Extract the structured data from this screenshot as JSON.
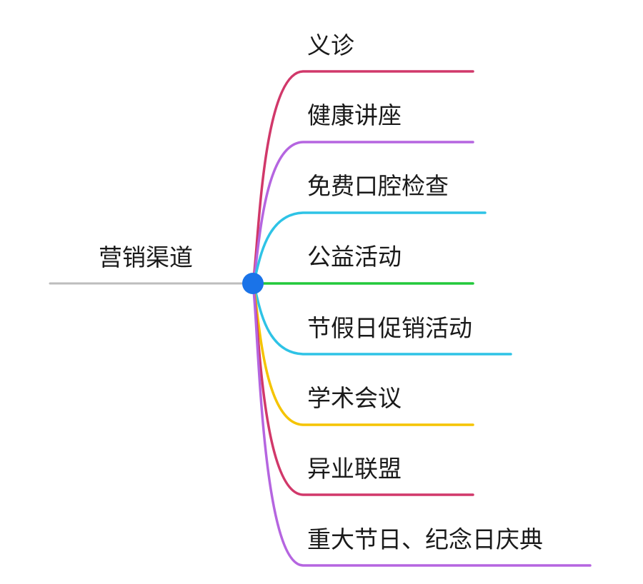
{
  "root": {
    "label": "营销渠道",
    "line_color": "#bdbdbd",
    "node_color": "#1a73e8"
  },
  "branches": [
    {
      "label": "义诊",
      "color": "#d1386a"
    },
    {
      "label": "健康讲座",
      "color": "#b565e0"
    },
    {
      "label": "免费口腔检查",
      "color": "#2ec3e6"
    },
    {
      "label": "公益活动",
      "color": "#22c93a"
    },
    {
      "label": "节假日促销活动",
      "color": "#2ec3e6"
    },
    {
      "label": "学术会议",
      "color": "#f5c400"
    },
    {
      "label": "异业联盟",
      "color": "#d1386a"
    },
    {
      "label": "重大节日、纪念日庆典",
      "color": "#b565e0"
    }
  ]
}
